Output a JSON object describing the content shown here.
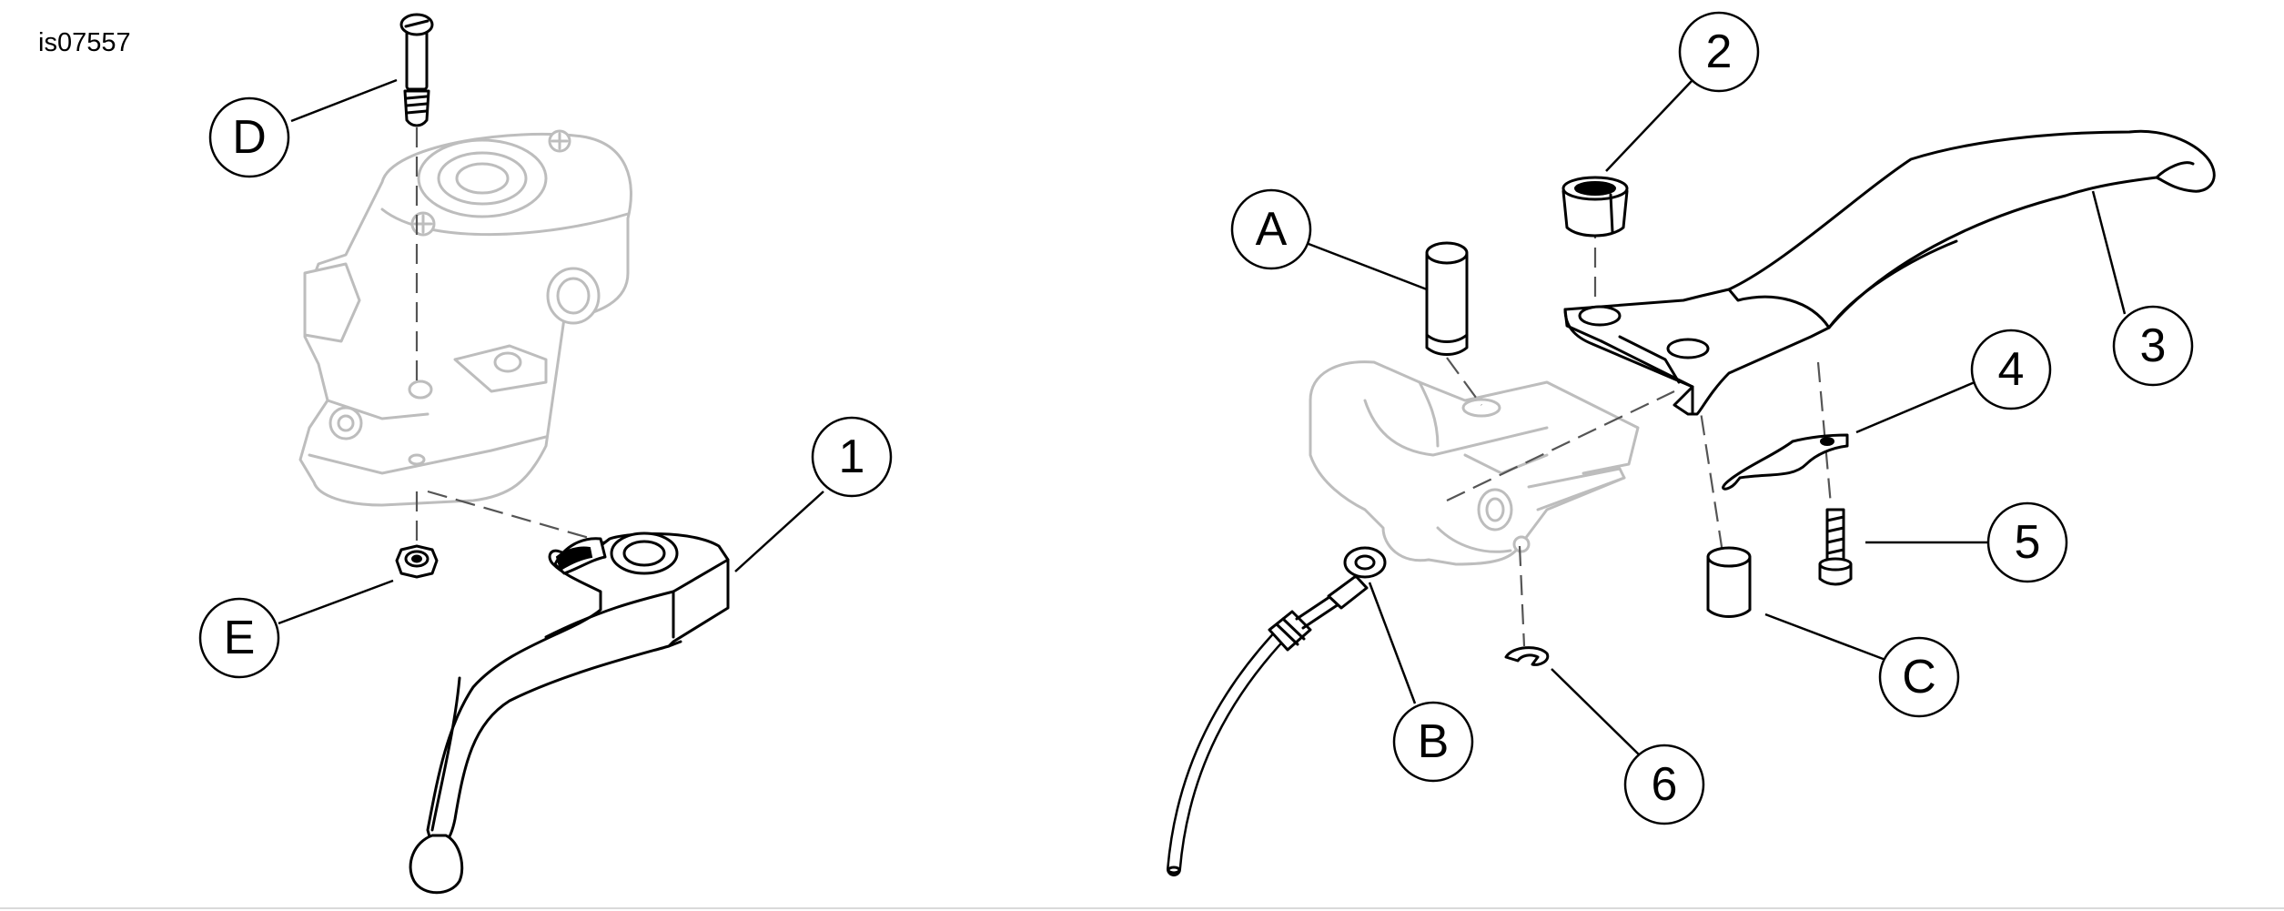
{
  "figure_code": "is07557",
  "callouts": {
    "d": "D",
    "e": "E",
    "one": "1",
    "a": "A",
    "two": "2",
    "three": "3",
    "four": "4",
    "five": "5",
    "c": "C",
    "b": "B",
    "six": "6"
  }
}
